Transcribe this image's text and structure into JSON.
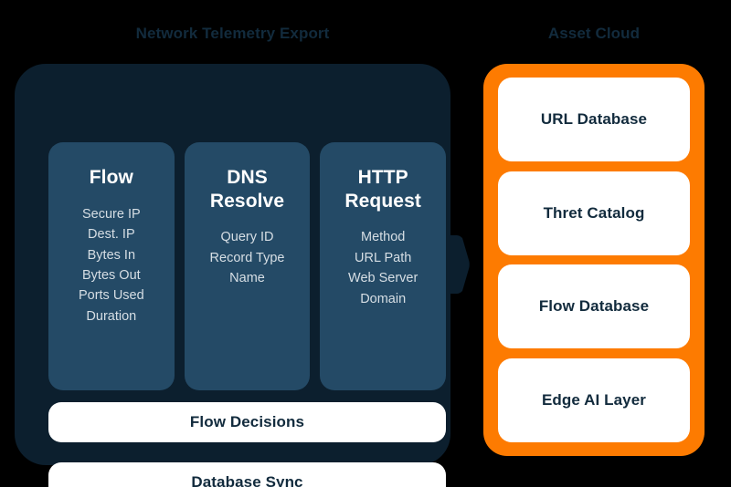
{
  "background_color": "#000000",
  "sections": {
    "left": {
      "title": "Network Telemetry Export",
      "panel_color": "#0C1F2E",
      "card_color": "#244A66",
      "columns": [
        {
          "heading": "Flow",
          "fields": [
            "Secure IP",
            "Dest. IP",
            "Bytes In",
            "Bytes Out",
            "Ports Used",
            "Duration"
          ]
        },
        {
          "heading": "DNS\nResolve",
          "fields": [
            "Query ID",
            "Record Type",
            "Name"
          ]
        },
        {
          "heading": "HTTP\nRequest",
          "fields": [
            "Method",
            "URL Path",
            "Web Server\nDomain"
          ]
        }
      ],
      "bars": [
        {
          "label": "Flow Decisions"
        },
        {
          "label": "Database Sync"
        }
      ]
    },
    "right": {
      "title": "Asset Cloud",
      "panel_color": "#FD7B01",
      "cards": [
        {
          "label": "URL Database"
        },
        {
          "label": "Thret Catalog"
        },
        {
          "label": "Flow Database"
        },
        {
          "label": "Edge AI Layer"
        }
      ]
    }
  },
  "connector": {
    "name": "arrow-right",
    "color": "#0C1F2E"
  }
}
